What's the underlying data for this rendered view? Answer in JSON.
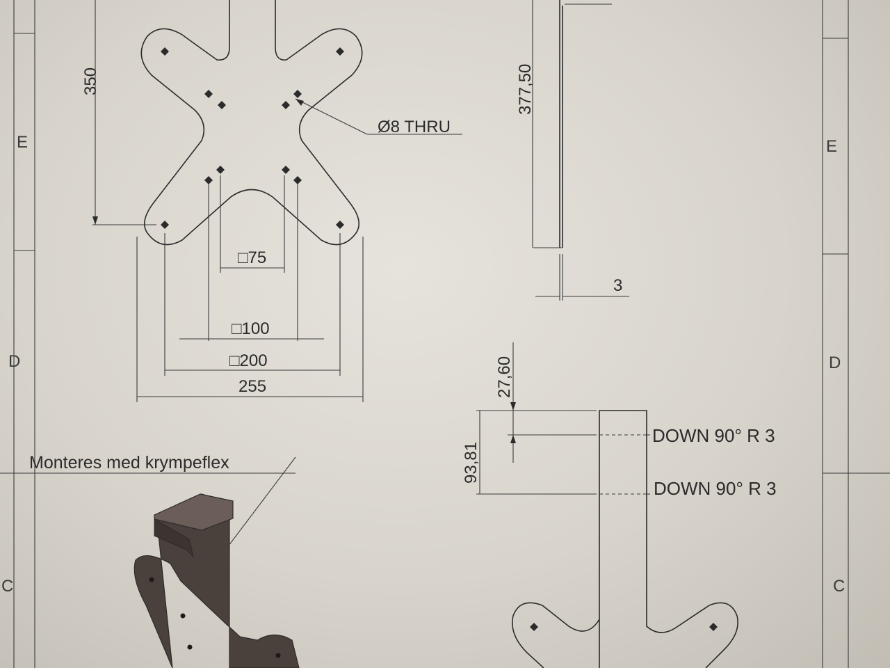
{
  "zone_letters": {
    "left_E": "E",
    "left_D": "D",
    "left_C": "C",
    "right_E": "E",
    "right_D": "D",
    "right_C": "C"
  },
  "front_view": {
    "dim_height": "350",
    "hole_callout": "Ø8 THRU",
    "dim_square_75": "□75",
    "dim_square_100": "□100",
    "dim_square_200": "□200",
    "dim_width": "255"
  },
  "side_view": {
    "dim_height": "377,50",
    "dim_thickness": "3"
  },
  "flat_pattern": {
    "dim_top": "27,60",
    "dim_bend_spacing": "93,81",
    "bend_note_1": "DOWN  90°  R 3",
    "bend_note_2": "DOWN  90°  R 3"
  },
  "isometric": {
    "note": "Monteres med krympeflex"
  },
  "colors": {
    "paper": "#e3e0d9",
    "ink": "#2b2b2b",
    "part_shaded": "#4a403c"
  }
}
